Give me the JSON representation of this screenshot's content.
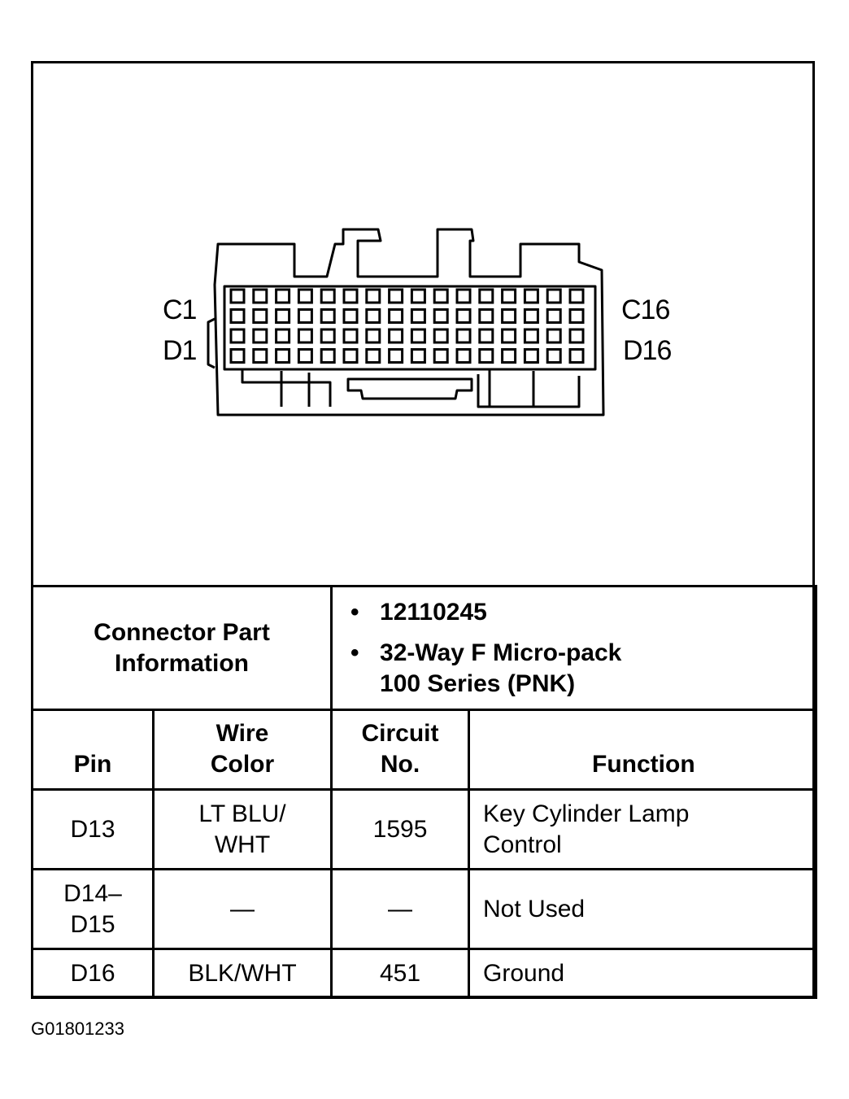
{
  "connector": {
    "label_c1": "C1",
    "label_d1": "D1",
    "label_c16": "C16",
    "label_d16": "D16"
  },
  "part_info": {
    "label_line1": "Connector Part",
    "label_line2": "Information",
    "bullet": "•",
    "part_number": "12110245",
    "description_line1": "32-Way F Micro-pack",
    "description_line2": "100 Series (PNK)"
  },
  "headers": {
    "pin": "Pin",
    "wire_color_line1": "Wire",
    "wire_color_line2": "Color",
    "circuit_line1": "Circuit",
    "circuit_line2": "No.",
    "function": "Function"
  },
  "rows": [
    {
      "pin_line1": "D13",
      "pin_line2": "",
      "wire_line1": "LT BLU/",
      "wire_line2": "WHT",
      "circuit": "1595",
      "function_line1": "Key Cylinder Lamp",
      "function_line2": "Control"
    },
    {
      "pin_line1": "D14–",
      "pin_line2": "D15",
      "wire_line1": "—",
      "wire_line2": "",
      "circuit": "—",
      "function_line1": "Not Used",
      "function_line2": ""
    },
    {
      "pin_line1": "D16",
      "pin_line2": "",
      "wire_line1": "BLK/WHT",
      "wire_line2": "",
      "circuit": "451",
      "function_line1": "Ground",
      "function_line2": ""
    }
  ],
  "diagram_code": "G01801233"
}
